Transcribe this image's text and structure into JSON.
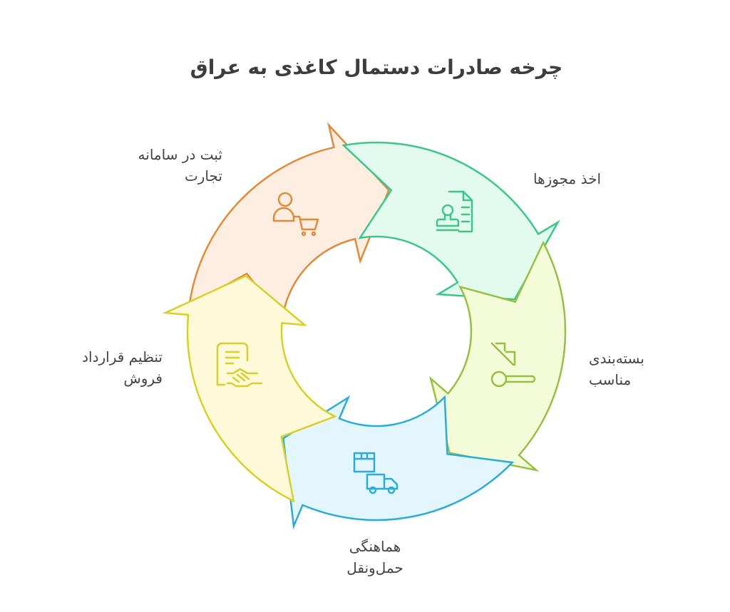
{
  "title": "چرخه صادرات دستمال کاغذی به عراق",
  "steps": [
    {
      "label": "ثبت در سامانه تجارت",
      "line1": "ثبت در سامانه",
      "line2": "تجارت",
      "icon": "user-cart-icon",
      "stroke": "#e08a3c",
      "fill": "#fdeee1"
    },
    {
      "label": "اخذ مجوزها",
      "line1": "اخذ مجوزها",
      "icon": "stamp-document-icon",
      "stroke": "#3cc68a",
      "fill": "#e3faef"
    },
    {
      "label": "بسته‌بندی مناسب",
      "line1": "بسته‌بندی",
      "line2": "مناسب",
      "icon": "packaging-scoop-icon",
      "stroke": "#98c040",
      "fill": "#f3fbd9"
    },
    {
      "label": "هماهنگی حمل‌ونقل",
      "line1": "هماهنگی",
      "line2": "حمل‌ونقل",
      "icon": "box-truck-icon",
      "stroke": "#2aacd8",
      "fill": "#e4f6fd"
    },
    {
      "label": "تنظیم قرارداد فروش",
      "line1": "تنظیم قرارداد",
      "line2": "فروش",
      "icon": "contract-handshake-icon",
      "stroke": "#d9cf2a",
      "fill": "#fdf9d9"
    }
  ]
}
